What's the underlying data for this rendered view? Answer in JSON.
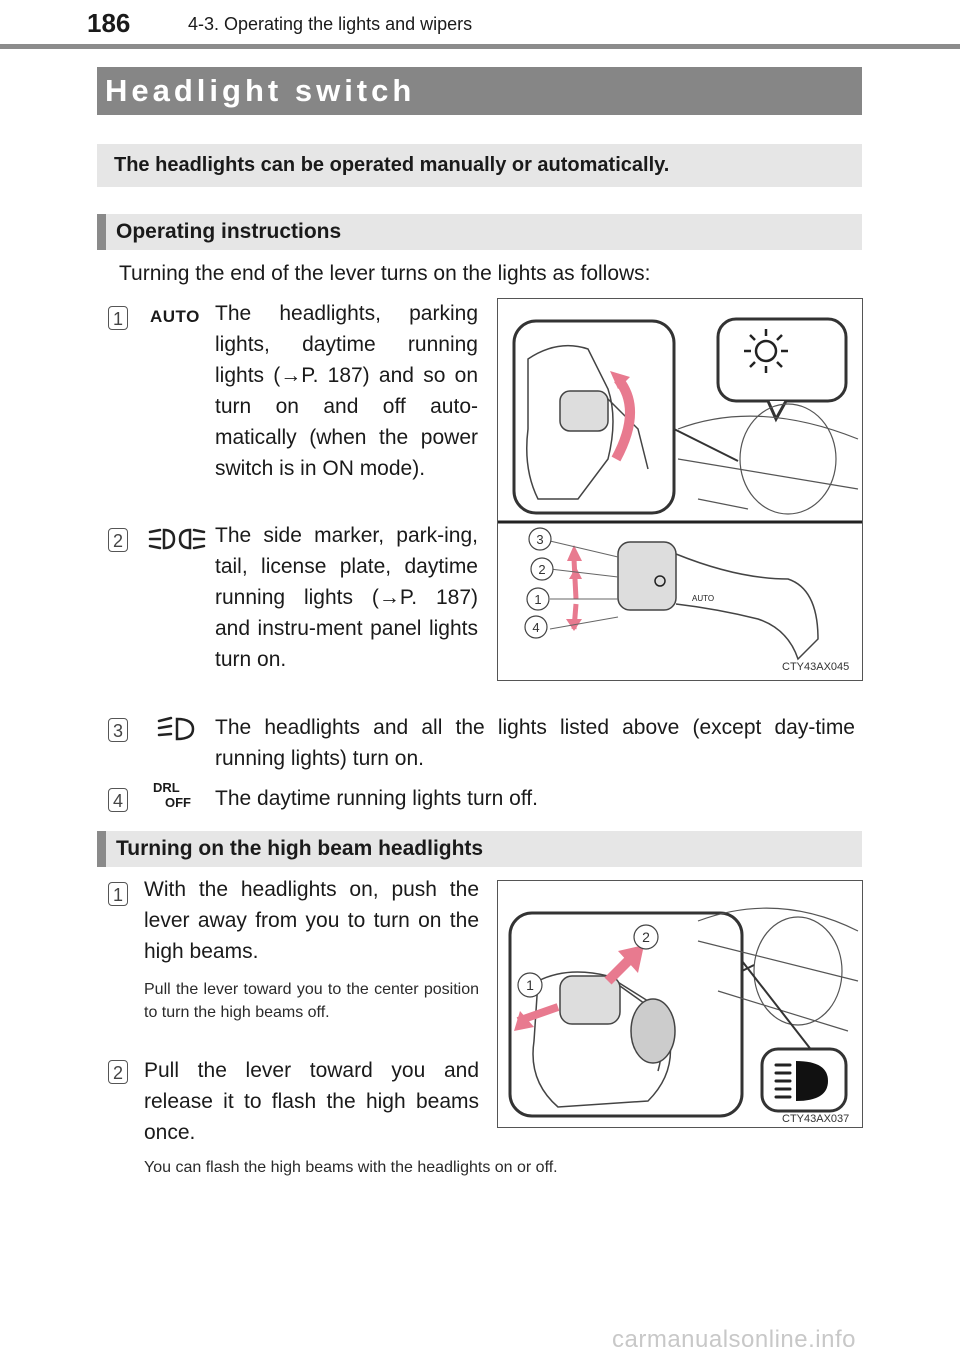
{
  "header": {
    "page_number": "186",
    "breadcrumb": "4-3. Operating the lights and wipers"
  },
  "section_title": "Headlight switch",
  "intro": "The headlights can be operated manually or automatically.",
  "operating": {
    "heading": "Operating instructions",
    "lead": "Turning the end of the lever turns on the lights as follows:",
    "items": [
      {
        "num": "1",
        "icon_text": "AUTO",
        "icon": "auto-icon",
        "text": "The headlights, parking lights, daytime running lights (→P. 187) and so on turn on and off auto-matically (when the power switch is in ON mode)."
      },
      {
        "num": "2",
        "icon": "side-marker-lights-icon",
        "text": "The side marker, park-ing, tail, license plate, daytime running lights (→P. 187) and instru-ment panel lights turn on."
      },
      {
        "num": "3",
        "icon": "headlights-icon",
        "text": "The headlights and all the lights listed above (except day-time running lights) turn on."
      },
      {
        "num": "4",
        "icon_text_line1": "DRL",
        "icon_text_line2": "OFF",
        "icon": "drl-off-icon",
        "text": "The daytime running lights turn off."
      }
    ],
    "figure": {
      "code": "CTY43AX045",
      "callouts": [
        "3",
        "2",
        "1",
        "4"
      ],
      "lever_label": "AUTO"
    }
  },
  "high_beam": {
    "heading": "Turning on the high beam headlights",
    "items": [
      {
        "num": "1",
        "text": "With the headlights on, push the lever away from you to turn on the high beams.",
        "note": "Pull the lever toward you to the center position to turn the high beams off."
      },
      {
        "num": "2",
        "text": "Pull the lever toward you and release it to flash the high beams once.",
        "note": "You can flash the high beams with the headlights on or off."
      }
    ],
    "figure": {
      "code": "CTY43AX037",
      "callouts": [
        "2",
        "1"
      ]
    }
  },
  "footer": {
    "watermark": "carmanualsonline.info"
  },
  "colors": {
    "title_bar": "#868686",
    "subhead_bg": "#e6e6e6",
    "arrow_pink": "#e87a8f"
  }
}
